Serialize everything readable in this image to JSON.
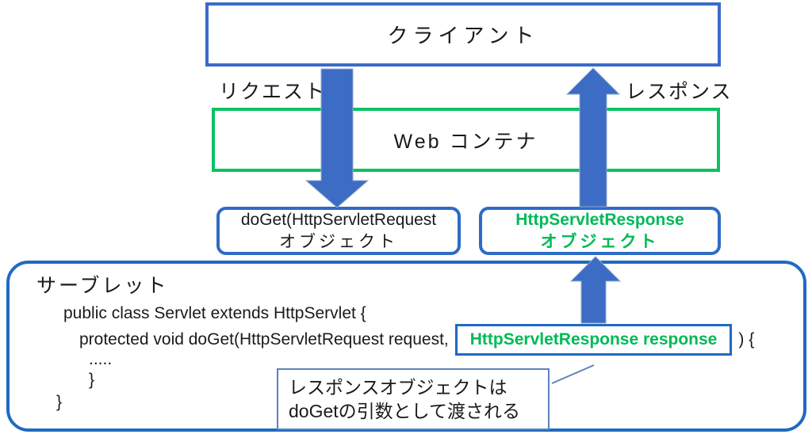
{
  "diagram": {
    "client": {
      "label": "クライアント"
    },
    "flow_labels": {
      "request": "リクエスト",
      "response": "レスポンス"
    },
    "web_container": {
      "label": "Web コンテナ"
    },
    "doget_object_box": {
      "line1": "doGet(HttpServletRequest",
      "line2": "オブジェクト"
    },
    "response_object_box": {
      "line1": "HttpServletResponse",
      "line2": "オブジェクト"
    },
    "servlet": {
      "title": "サーブレット",
      "code": {
        "line1": "public class Servlet extends HttpServlet {",
        "line2_prefix": "protected void doGet(HttpServletRequest request,",
        "line2_highlight": "HttpServletResponse response",
        "line2_suffix": ") {",
        "line3": ".....",
        "line4": "}",
        "line5": "}"
      }
    },
    "callout": {
      "line1": "レスポンスオブジェクトは",
      "line2": "doGetの引数として渡される"
    },
    "colors": {
      "box_border_blue": "#2e6bc6",
      "servlet_border_blue": "#1f6ac2",
      "client_border_blue": "#3a6bc9",
      "arrow_blue": "#3d6cc4",
      "green_border": "#0cc263",
      "green_text": "#00b956",
      "callout_border": "#5b82b8",
      "text_black": "#1a1a1a"
    }
  }
}
